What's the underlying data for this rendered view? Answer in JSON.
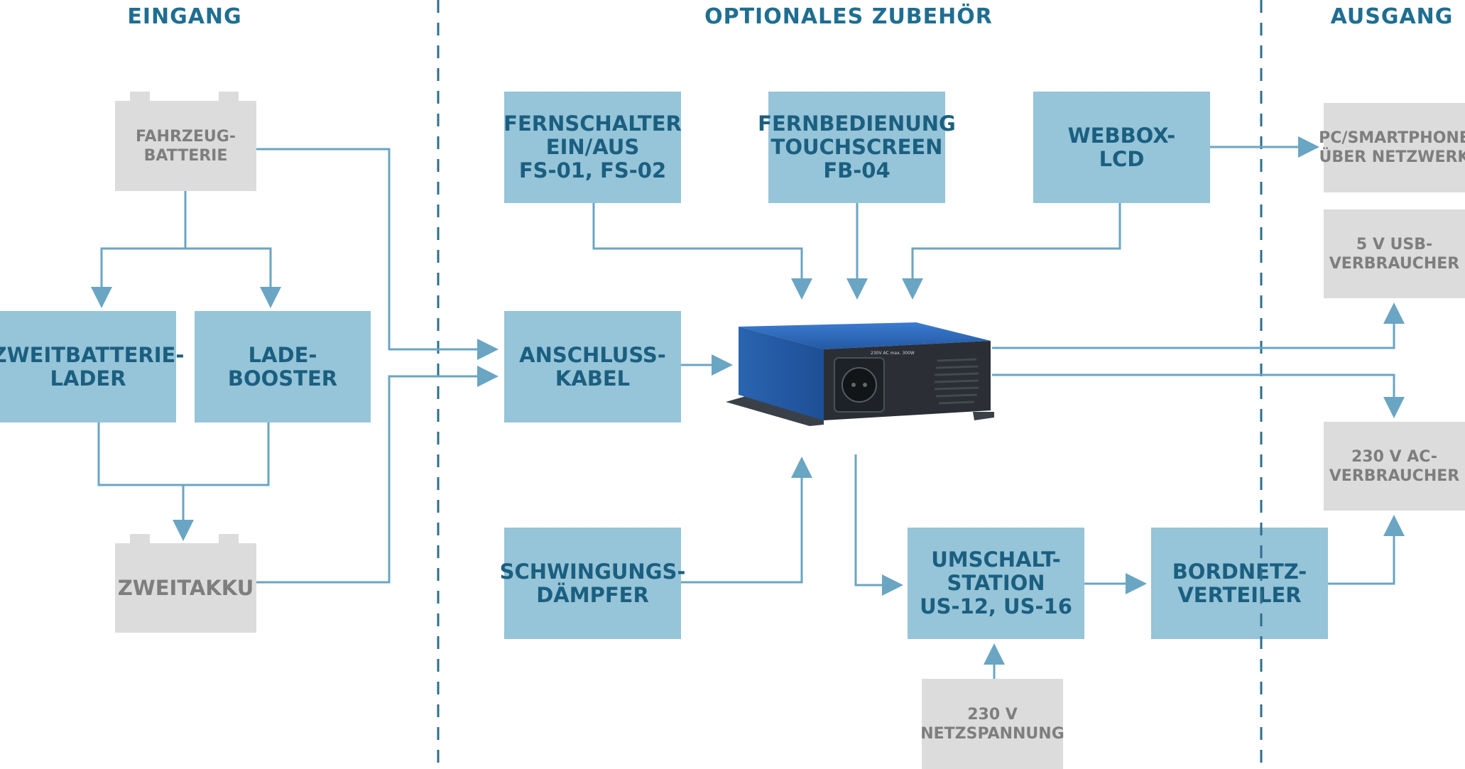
{
  "headings": {
    "input": "EINGANG",
    "optional": "OPTIONALES ZUBEHÖR",
    "output": "AUSGANG"
  },
  "boxes": {
    "fahrzeug_batterie": "FAHRZEUG-\nBATTERIE",
    "zweitbatterie_lader": "ZWEITBATTERIE-\nLADER",
    "lade_booster": "LADE-\nBOOSTER",
    "zweitakku": "ZWEITAKKU",
    "fernschalter": "FERNSCHALTER\nEIN/AUS\nFS-01, FS-02",
    "fernbedienung": "FERNBEDIENUNG\nTOUCHSCREEN\nFB-04",
    "webbox": "WEBBOX-\nLCD",
    "anschlusskabel": "ANSCHLUSS-\nKABEL",
    "schwingungsdaempfer": "SCHWINGUNGS-\nDÄMPFER",
    "umschaltstation": "UMSCHALT-\nSTATION\nUS-12, US-16",
    "bordnetzverteiler": "BORDNETZ-\nVERTEILER",
    "netzspannung": "230 V\nNETZSPANNUNG",
    "pc_smartphone": "PC/SMARTPHONE\nÜBER NETZWERK",
    "usb_verbraucher": "5 V USB-\nVERBRAUCHER",
    "ac_verbraucher": "230 V AC-\nVERBRAUCHER"
  },
  "device": {
    "label_text": "230V AC max. 300W"
  },
  "colors": {
    "heading": "#1f6e92",
    "blue_box": "#96c4d8",
    "blue_text": "#1b5f80",
    "grey_box": "#dcdcdc",
    "grey_text": "#7e7e7e",
    "line": "#6aa5c3",
    "divider": "#2e6d8c",
    "device_body": "#2a64b0"
  }
}
